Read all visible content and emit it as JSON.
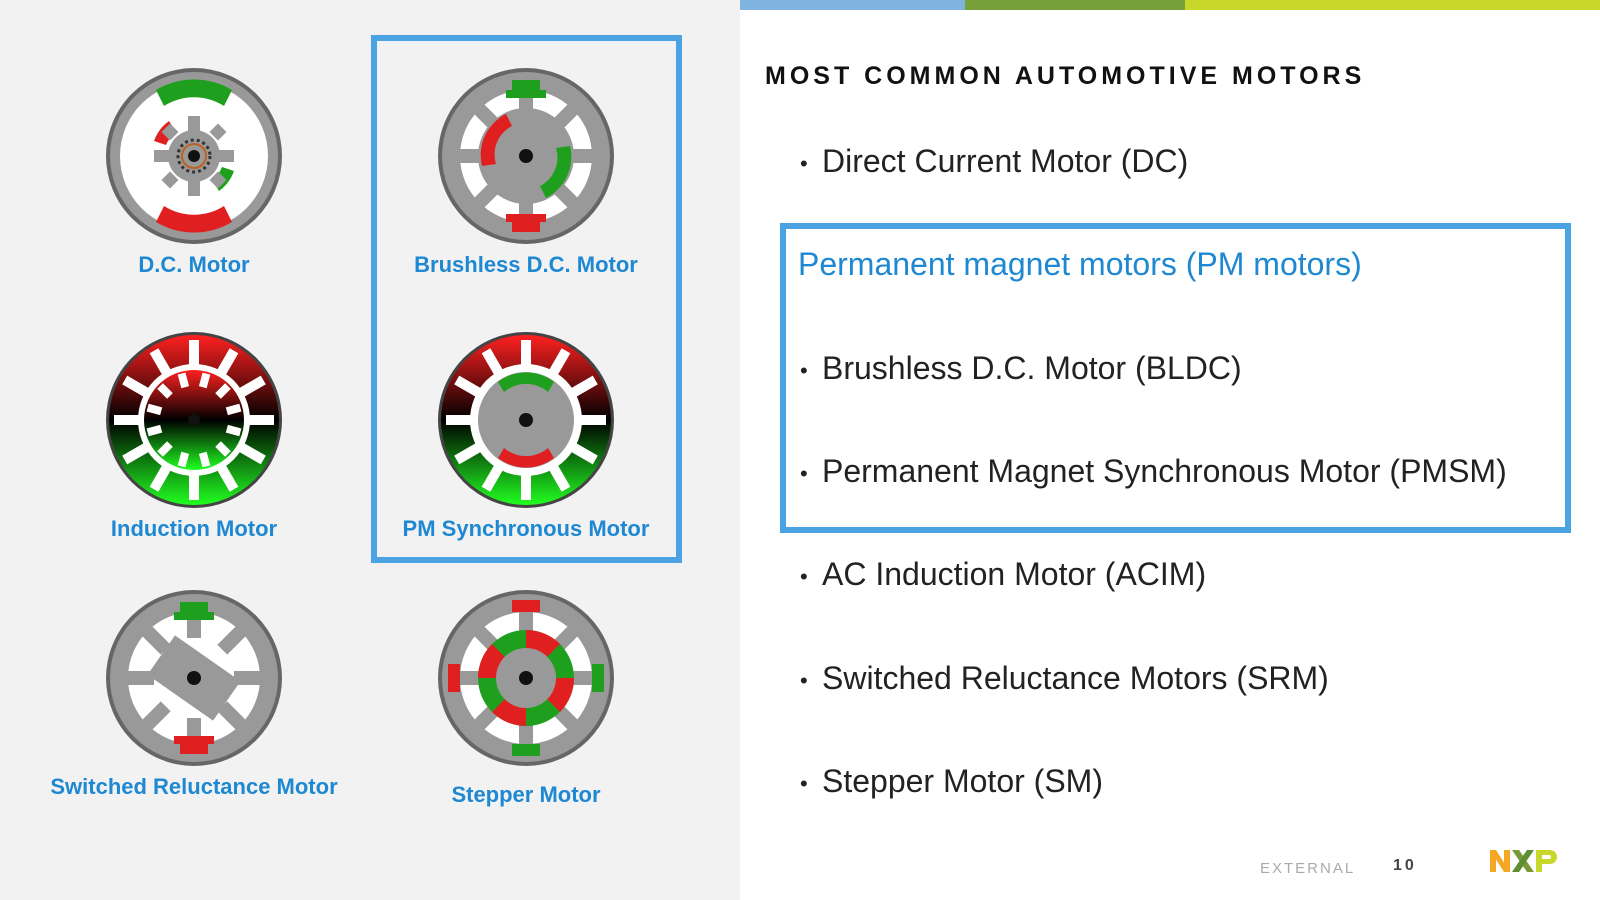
{
  "title": "MOST COMMON AUTOMOTIVE MOTORS",
  "motors": {
    "dc": "D.C. Motor",
    "bldc": "Brushless D.C. Motor",
    "induction": "Induction Motor",
    "pmsm": "PM Synchronous Motor",
    "srm": "Switched Reluctance Motor",
    "stepper": "Stepper Motor"
  },
  "bullets": {
    "dc": "Direct Current Motor (DC)",
    "pm_group": "Permanent magnet motors (PM motors)",
    "bldc": "Brushless D.C. Motor (BLDC)",
    "pmsm": "Permanent Magnet Synchronous Motor (PMSM)",
    "acim": "AC Induction Motor (ACIM)",
    "srm": "Switched Reluctance Motors (SRM)",
    "sm": "Stepper Motor (SM)"
  },
  "footer": {
    "classification": "EXTERNAL",
    "page": "10"
  },
  "colors": {
    "accent_blue": "#4ba3e3",
    "label_blue": "#1e88d2",
    "bar_blue": "#7fb3e0",
    "bar_green": "#76a13a",
    "bar_lime": "#c8d82a"
  },
  "icons": {
    "logo": "nxp-logo"
  }
}
